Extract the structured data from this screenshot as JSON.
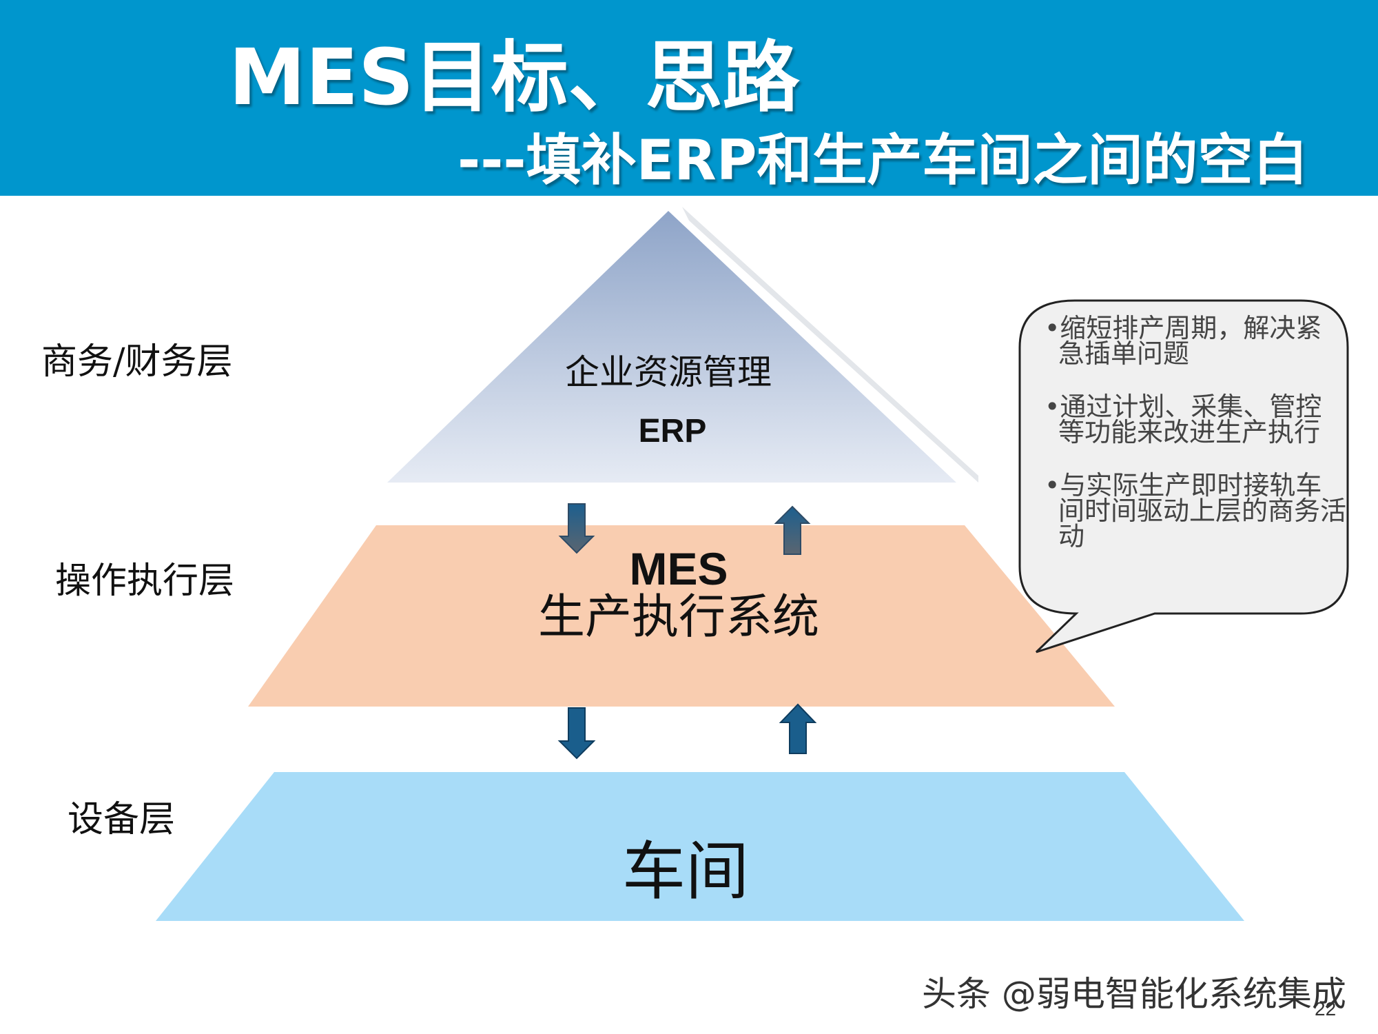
{
  "header": {
    "title": "MES目标、思路",
    "subtitle": "---填补ERP和生产车间之间的空白",
    "background_color": "#0096cd"
  },
  "layers": [
    {
      "label": "商务/财务层",
      "name": "企业资源管理",
      "name_en": "ERP",
      "color": "#b8c6dd"
    },
    {
      "label": "操作执行层",
      "name_en": "MES",
      "name": "生产执行系统",
      "color": "#f9cdb0"
    },
    {
      "label": "设备层",
      "name": "车间",
      "color": "#a8dcf8"
    }
  ],
  "arrows": {
    "down_icon": "arrow-down-icon",
    "up_icon": "arrow-up-icon",
    "color": "#1a5e8c"
  },
  "callout": {
    "items": [
      "•缩短排产周期，解决紧急插单问题",
      "•通过计划、采集、管控等功能来改进生产执行",
      "•与实际生产即时接轨车间时间驱动上层的商务活动"
    ]
  },
  "footer": {
    "watermark": "头条 @弱电智能化系统集成",
    "page_number": "22"
  }
}
